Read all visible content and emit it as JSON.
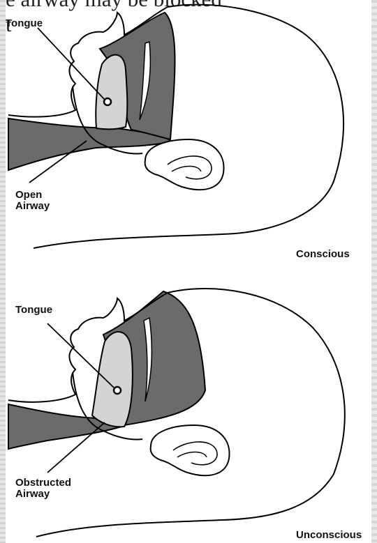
{
  "overlay_text": {
    "line1": "e airway may be blocked",
    "line2": "t"
  },
  "conscious": {
    "tongue_label": "Tongue",
    "airway_label_line1": "Open",
    "airway_label_line2": "Airway",
    "state_label": "Conscious"
  },
  "unconscious": {
    "tongue_label": "Tongue",
    "airway_label_line1": "Obstructed",
    "airway_label_line2": "Airway",
    "state_label": "Unconscious"
  },
  "colors": {
    "airway_dark": "#6b6b6b",
    "tongue_light": "#d4d4d4",
    "outline": "#000000"
  }
}
